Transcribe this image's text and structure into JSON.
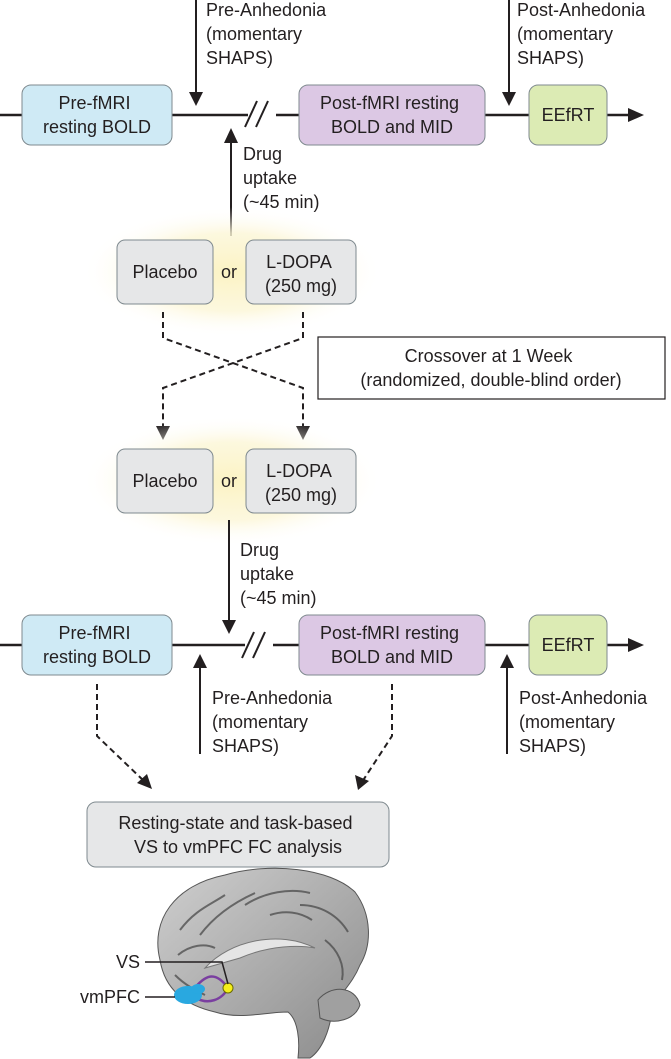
{
  "top_timeline": {
    "pre_fmri": [
      "Pre-fMRI",
      "resting BOLD"
    ],
    "post_fmri": [
      "Post-fMRI resting",
      "BOLD and MID"
    ],
    "eefrt": "EEfRT",
    "pre_anhedonia": [
      "Pre-Anhedonia",
      "(momentary",
      "SHAPS)"
    ],
    "post_anhedonia": [
      "Post-Anhedonia",
      "(momentary",
      "SHAPS)"
    ],
    "drug_uptake": [
      "Drug",
      "uptake",
      "(~45 min)"
    ]
  },
  "session1_drugs": {
    "placebo": "Placebo",
    "or": "or",
    "ldopa": [
      "L-DOPA",
      "(250 mg)"
    ]
  },
  "crossover": [
    "Crossover at 1 Week",
    "(randomized, double-blind order)"
  ],
  "session2_drugs": {
    "placebo": "Placebo",
    "or": "or",
    "ldopa": [
      "L-DOPA",
      "(250 mg)"
    ]
  },
  "bottom_timeline": {
    "drug_uptake": [
      "Drug",
      "uptake",
      "(~45 min)"
    ],
    "pre_fmri": [
      "Pre-fMRI",
      "resting BOLD"
    ],
    "post_fmri": [
      "Post-fMRI resting",
      "BOLD and MID"
    ],
    "eefrt": "EEfRT",
    "pre_anhedonia": [
      "Pre-Anhedonia",
      "(momentary",
      "SHAPS)"
    ],
    "post_anhedonia": [
      "Post-Anhedonia",
      "(momentary",
      "SHAPS)"
    ]
  },
  "analysis": [
    "Resting-state and task-based",
    "VS to vmPFC FC analysis"
  ],
  "brain": {
    "vs_label": "VS",
    "vmpfc_label": "vmPFC"
  },
  "colors": {
    "fmri_box": "#cfeaf5",
    "post_box": "#dcc8e4",
    "eefrt_box": "#dcebb4",
    "drug_box": "#e6e7e8",
    "glow": "#fbf3c3",
    "vmpfc_blob": "#29a8e0",
    "vs_dot": "#f5ef1a",
    "path": "#7a3fa0"
  }
}
